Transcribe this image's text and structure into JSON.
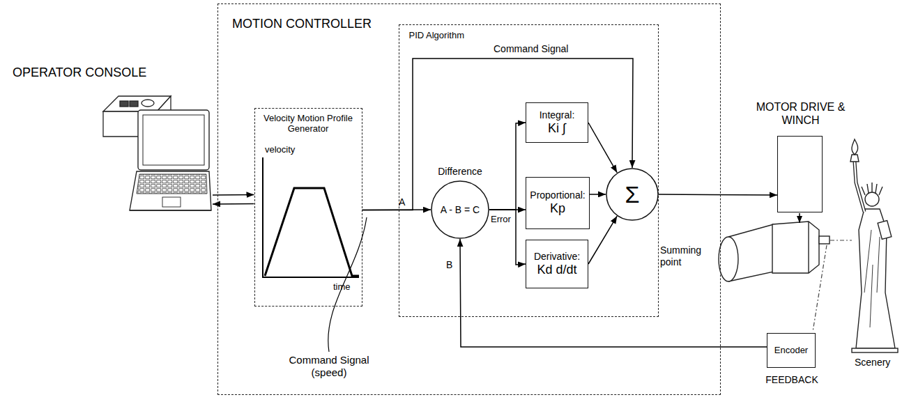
{
  "diagram": {
    "nodes": [
      {
        "text": [
          "OPERATOR CONSOLE"
        ]
      },
      {
        "text": [
          "MOTION CONTROLLER"
        ]
      },
      {
        "text": [
          "Velocity Motion Profile Generator"
        ],
        "in": 1
      },
      {
        "text": [
          "PID Algorithm"
        ],
        "in": 1
      },
      {
        "text": [
          "Difference",
          "A - B = C"
        ],
        "in": 3
      },
      {
        "text": [
          "Integral:",
          "Ki ∫"
        ],
        "in": 3
      },
      {
        "text": [
          "Proportional:",
          "Kp"
        ],
        "in": 3
      },
      {
        "text": [
          "Derivative:",
          "Kd d/dt"
        ],
        "in": 3
      },
      {
        "text": [
          "Σ",
          "Summing point"
        ],
        "in": 3
      },
      {
        "text": [
          "MOTOR DRIVE & WINCH"
        ]
      },
      {
        "text": [
          "Encoder",
          "FEEDBACK"
        ]
      }
    ],
    "edges": [
      {
        "from": 0,
        "to": 2,
        "arrow": "to"
      },
      {
        "from": 2,
        "to": 0,
        "arrow": "to"
      },
      {
        "from": 2,
        "to": 4,
        "arrow": "to"
      },
      {
        "from": 2,
        "to": 8,
        "arrow": "to",
        "label": "Command Signal"
      },
      {
        "from": 4,
        "to": 5,
        "arrow": "to"
      },
      {
        "from": 4,
        "to": 6,
        "arrow": "to"
      },
      {
        "from": 4,
        "to": 7,
        "arrow": "to"
      },
      {
        "from": 5,
        "to": 8,
        "arrow": "to"
      },
      {
        "from": 6,
        "to": 8,
        "arrow": "to"
      },
      {
        "from": 7,
        "to": 8,
        "arrow": "to"
      },
      {
        "from": 8,
        "to": 9,
        "arrow": "to"
      },
      {
        "from": 10,
        "to": 4,
        "arrow": "to"
      }
    ],
    "labels": [
      "A",
      "B",
      "Error",
      "Command Signal (speed)",
      "velocity",
      "time",
      "Scenery"
    ]
  }
}
